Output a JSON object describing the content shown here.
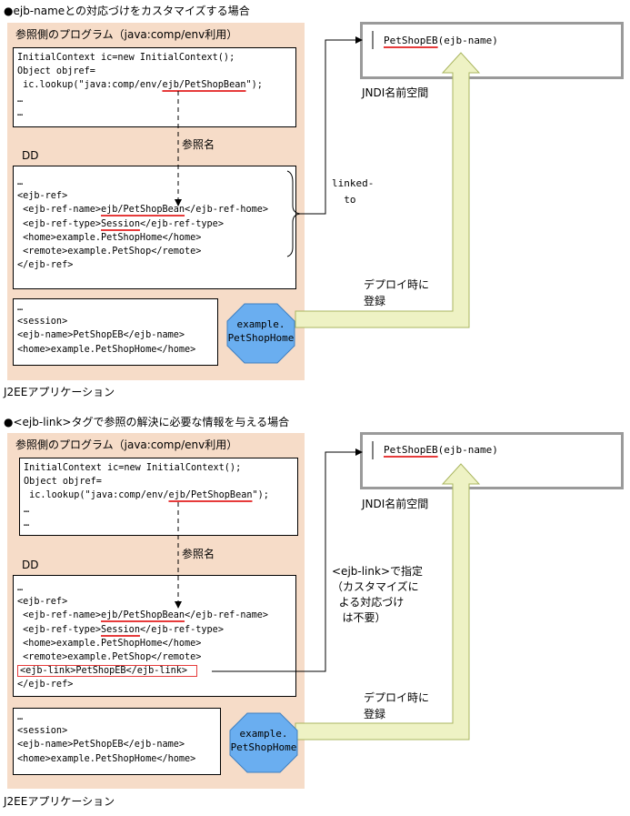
{
  "scenario1": {
    "heading": "●ejb-nameとの対応づけをカスタマイズする場合",
    "program_title": "参照側のプログラム（java:comp/env利用）",
    "code": {
      "line1": "InitialContext ic=new InitialContext();",
      "line2": "Object objref=",
      "line3_pre": " ic.lookup(\"java:comp/env/",
      "line3_ref": "ejb/PetShopBean",
      "line3_post": "\");",
      "line4": "…",
      "line5": "…"
    },
    "ref_name_label": "参照名",
    "dd_label": "DD",
    "dd": {
      "line0": "…",
      "line1": "<ejb-ref>",
      "line2_pre": " <ejb-ref-name>",
      "line2_ref": "ejb/PetShopBean",
      "line2_post": "</ejb-ref-home>",
      "line3_pre": " <ejb-ref-type>",
      "line3_ref": "Session",
      "line3_post": "</ejb-ref-type>",
      "line4": " <home>example.PetShopHome</home>",
      "line5": " <remote>example.PetShop</remote>",
      "line6": "</ejb-ref>"
    },
    "session": {
      "line0": "…",
      "line1": "<session>",
      "line2": "<ejb-name>PetShopEB</ejb-name>",
      "line3": "<home>example.PetShopHome</home>"
    },
    "octagon": "example.\nPetShopHome",
    "linked_label": "linked-\n  to",
    "deploy_label": "デプロイ時に\n登録",
    "jndi": {
      "name": "PetShopEB",
      "suffix": "(ejb-name)",
      "label": "JNDI名前空間"
    },
    "app_label": "J2EEアプリケーション"
  },
  "scenario2": {
    "heading": "●<ejb-link>タグで参照の解決に必要な情報を与える場合",
    "program_title": "参照側のプログラム（java:comp/env利用）",
    "code": {
      "line1": "InitialContext ic=new InitialContext();",
      "line2": "Object objref=",
      "line3_pre": " ic.lookup(\"java:comp/env/",
      "line3_ref": "ejb/PetShopBean",
      "line3_post": "\");",
      "line4": "…",
      "line5": "…"
    },
    "ref_name_label": "参照名",
    "dd_label": "DD",
    "dd": {
      "line0": "…",
      "line1": "<ejb-ref>",
      "line2_pre": " <ejb-ref-name>",
      "line2_ref": "ejb/PetShopBean",
      "line2_post": "</ejb-ref-name>",
      "line3_pre": " <ejb-ref-type>",
      "line3_ref": "Session",
      "line3_post": "</ejb-ref-type>",
      "line4": " <home>example.PetShopHome</home>",
      "line5": " <remote>example.PetShop</remote>",
      "line6": "<ejb-link>PetShopEB</ejb-link>",
      "line7": "</ejb-ref>"
    },
    "session": {
      "line0": "…",
      "line1": "<session>",
      "line2": "<ejb-name>PetShopEB</ejb-name>",
      "line3": "<home>example.PetShopHome</home>"
    },
    "octagon": "example.\nPetShopHome",
    "link_label": "<ejb-link>で指定\n（カスタマイズに\n  よる対応づけ\n   は不要）",
    "deploy_label": "デプロイ時に\n登録",
    "jndi": {
      "name": "PetShopEB",
      "suffix": "(ejb-name)",
      "label": "JNDI名前空間"
    },
    "app_label": "J2EEアプリケーション"
  },
  "colors": {
    "app_bg": "#f6dcc8",
    "underline": "#e63b3b",
    "octagon": "#6aaef0",
    "arrow_fill": "#eef2c4",
    "jndi_border": "#9a9a9a"
  }
}
